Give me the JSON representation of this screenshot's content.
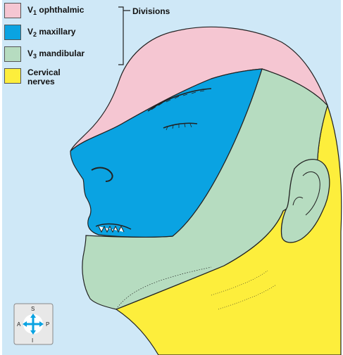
{
  "legend": {
    "v1": {
      "prefix": "V",
      "sub": "1",
      "name": "ophthalmic",
      "color": "#f5c6d2"
    },
    "v2": {
      "prefix": "V",
      "sub": "2",
      "name": "maxillary",
      "color": "#0aa3e2"
    },
    "v3": {
      "prefix": "V",
      "sub": "3",
      "name": "mandibular",
      "color": "#b6dcc0"
    },
    "cervical": {
      "name": "Cervical\nnerves",
      "color": "#fdee3c"
    },
    "bracket_label": "Divisions"
  },
  "compass": {
    "top": "S",
    "bottom": "I",
    "left": "A",
    "right": "P"
  },
  "background_color": "#cfe8f7"
}
